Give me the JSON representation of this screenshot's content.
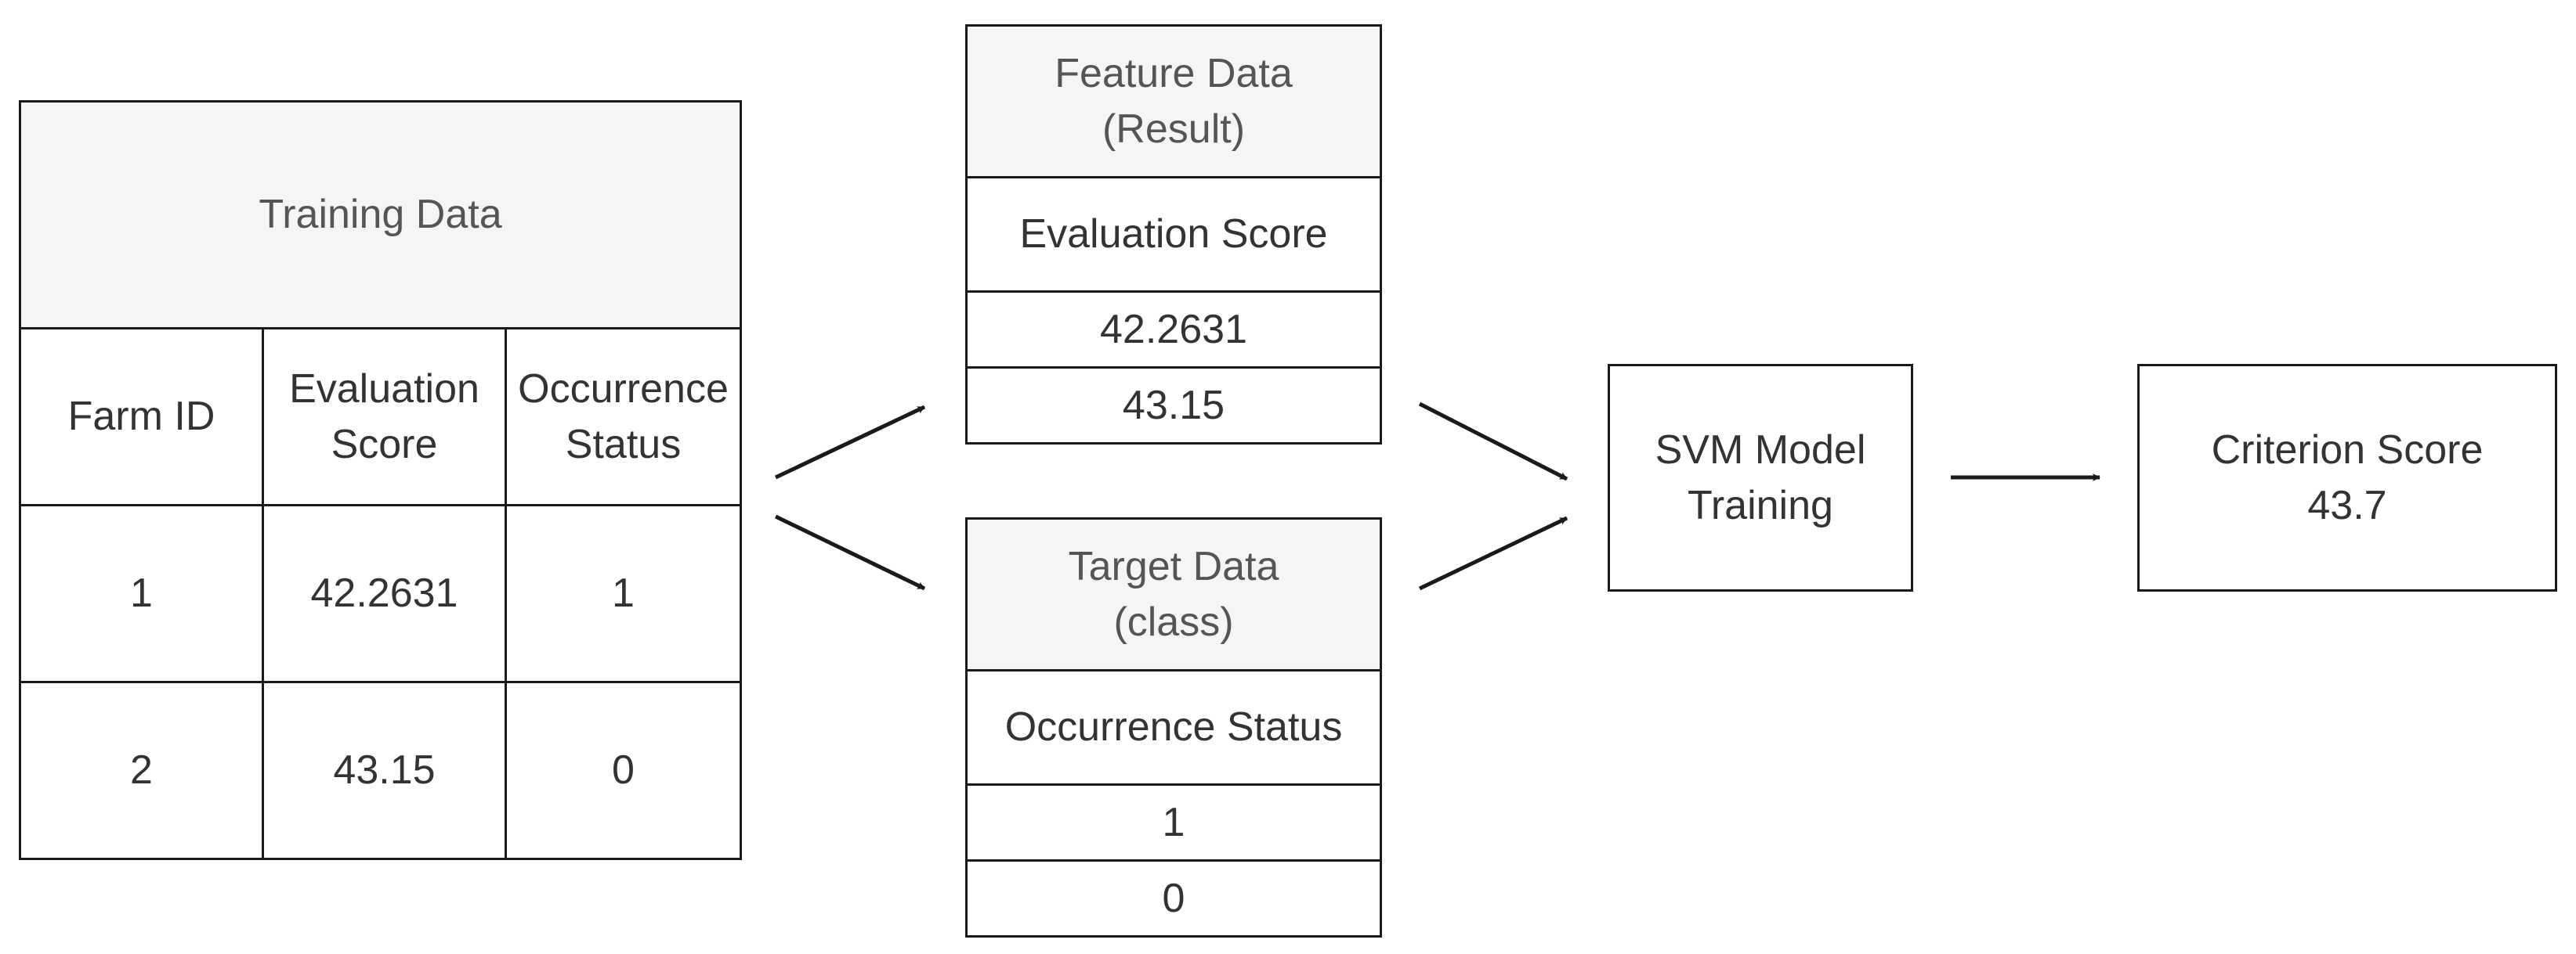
{
  "training_data": {
    "title": "Training Data",
    "columns": [
      "Farm ID",
      "Evaluation\nScore",
      "Occurrence\nStatus"
    ],
    "rows": [
      [
        "1",
        "42.2631",
        "1"
      ],
      [
        "2",
        "43.15",
        "0"
      ]
    ]
  },
  "feature_data": {
    "title": "Feature Data\n(Result)",
    "column": "Evaluation Score",
    "values": [
      "42.2631",
      "43.15"
    ]
  },
  "target_data": {
    "title": "Target Data\n(class)",
    "column": "Occurrence Status",
    "values": [
      "1",
      "0"
    ]
  },
  "svm_node": {
    "label": "SVM Model\nTraining"
  },
  "criterion_node": {
    "label": "Criterion Score\n43.7"
  },
  "colors": {
    "border": "#1a1a1a",
    "header_fill": "#f5f5f5",
    "text": "#333333",
    "arrow": "#1a1a1a"
  }
}
